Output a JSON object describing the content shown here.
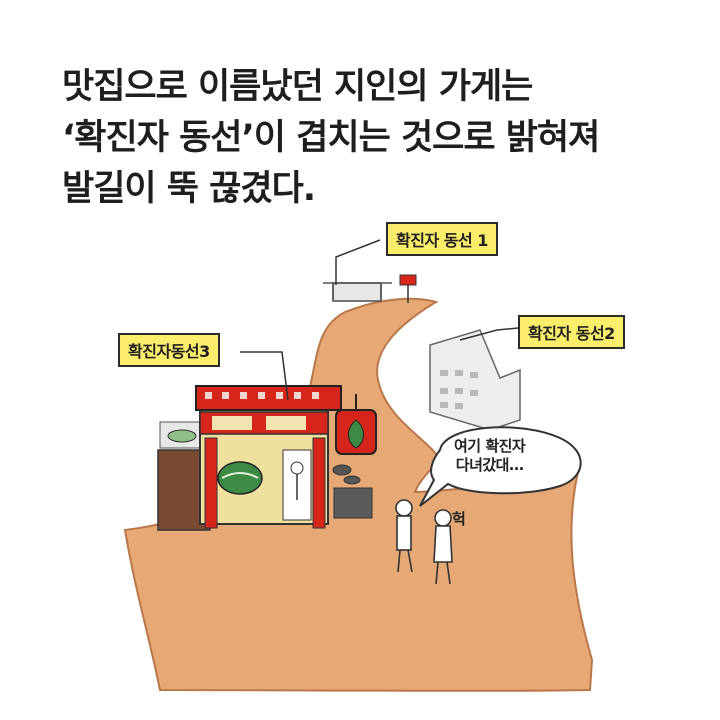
{
  "caption": {
    "line1": "맛집으로 이름났던 지인의 가게는",
    "line2": "‘확진자 동선’이 겹치는 것으로 밝혀져",
    "line3": "발길이 뚝 끊겼다."
  },
  "labels": {
    "route1": "확진자 동선 1",
    "route2": "확진자 동선2",
    "route3": "확진자동선3"
  },
  "speech_bubble": {
    "line1": "여기 확진자",
    "line2": "다녀갔대…"
  },
  "sound_effect": "헉",
  "colors": {
    "road": "#e6a874",
    "road_edge": "#b9774a",
    "shop_red": "#d6251b",
    "tag_yellow": "#fbee6a"
  }
}
